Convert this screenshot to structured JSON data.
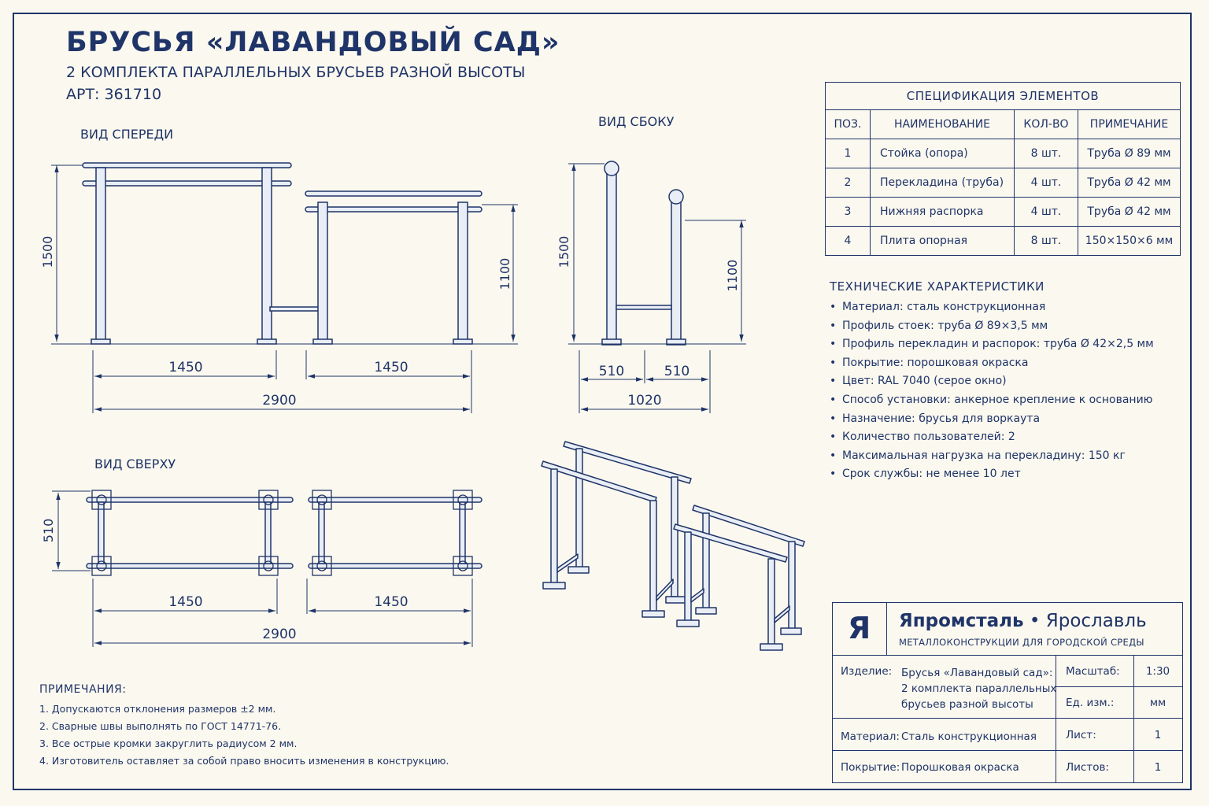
{
  "header": {
    "title": "БРУСЬЯ «ЛАВАНДОВЫЙ САД»",
    "subtitle": "2 КОМПЛЕКТА ПАРАЛЛЕЛЬНЫХ БРУСЬЕВ РАЗНОЙ ВЫСОТЫ",
    "article": "АРТ: 361710"
  },
  "views": {
    "front": "ВИД СПЕРЕДИ",
    "side": "ВИД СБОКУ",
    "top": "ВИД СВЕРХУ"
  },
  "dimensions": {
    "front": {
      "height_tall": "1500",
      "height_low": "1100",
      "width_left": "1450",
      "width_right": "1450",
      "total": "2900"
    },
    "side": {
      "height_tall": "1500",
      "height_low": "1100",
      "depth_left": "510",
      "depth_right": "510",
      "total": "1020"
    },
    "top": {
      "depth": "510",
      "width_left": "1450",
      "width_right": "1450",
      "total": "2900"
    }
  },
  "spec": {
    "caption": "СПЕЦИФИКАЦИЯ ЭЛЕМЕНТОВ",
    "headers": [
      "ПОЗ.",
      "НАИМЕНОВАНИЕ",
      "КОЛ-ВО",
      "ПРИМЕЧАНИЕ"
    ],
    "rows": [
      [
        "1",
        "Стойка (опора)",
        "8 шт.",
        "Труба Ø 89 мм"
      ],
      [
        "2",
        "Перекладина (труба)",
        "4 шт.",
        "Труба Ø 42 мм"
      ],
      [
        "3",
        "Нижняя распорка",
        "4 шт.",
        "Труба Ø 42 мм"
      ],
      [
        "4",
        "Плита опорная",
        "8 шт.",
        "150×150×6 мм"
      ]
    ]
  },
  "tech": {
    "heading": "ТЕХНИЧЕСКИЕ ХАРАКТЕРИСТИКИ",
    "items": [
      "Материал: сталь конструкционная",
      "Профиль стоек: труба Ø 89×3,5 мм",
      "Профиль перекладин и распорок: труба Ø 42×2,5 мм",
      "Покрытие: порошковая окраска",
      "Цвет: RAL 7040 (серое окно)",
      "Способ установки: анкерное крепление к основанию",
      "Назначение: брусья для воркаута",
      "Количество пользователей: 2",
      "Максимальная нагрузка на перекладину: 150 кг",
      "Срок службы: не менее 10 лет"
    ]
  },
  "notes": {
    "heading": "ПРИМЕЧАНИЯ:",
    "items": [
      "1.  Допускаются отклонения размеров ±2 мм.",
      "2.  Сварные швы выполнять по ГОСТ 14771-76.",
      "3.  Все острые кромки закруглить радиусом 2 мм.",
      "4.  Изготовитель оставляет за собой право вносить изменения в конструкцию."
    ]
  },
  "stamp": {
    "logo": "Я",
    "company": "Япромсталь",
    "separator": " • ",
    "city": "Ярославль",
    "tagline": "МЕТАЛЛОКОНСТРУКЦИИ ДЛЯ ГОРОДСКОЙ СРЕДЫ",
    "product_label": "Изделие:",
    "product_lines": [
      "Брусья «Лавандовый сад»:",
      "2 комплекта параллельных",
      "брусьев разной высоты"
    ],
    "scale_label": "Масштаб:",
    "scale_value": "1:30",
    "unit_label": "Ед. изм.:",
    "unit_value": "мм",
    "material_label": "Материал:",
    "material_value": "Сталь конструкционная",
    "sheet_label": "Лист:",
    "sheet_value": "1",
    "coating_label": "Покрытие:",
    "coating_value": "Порошковая окраска",
    "sheets_label": "Листов:",
    "sheets_value": "1"
  },
  "colors": {
    "ink": "#1f3468",
    "paper": "#fbf8ef",
    "metal": "#e9eef6"
  }
}
